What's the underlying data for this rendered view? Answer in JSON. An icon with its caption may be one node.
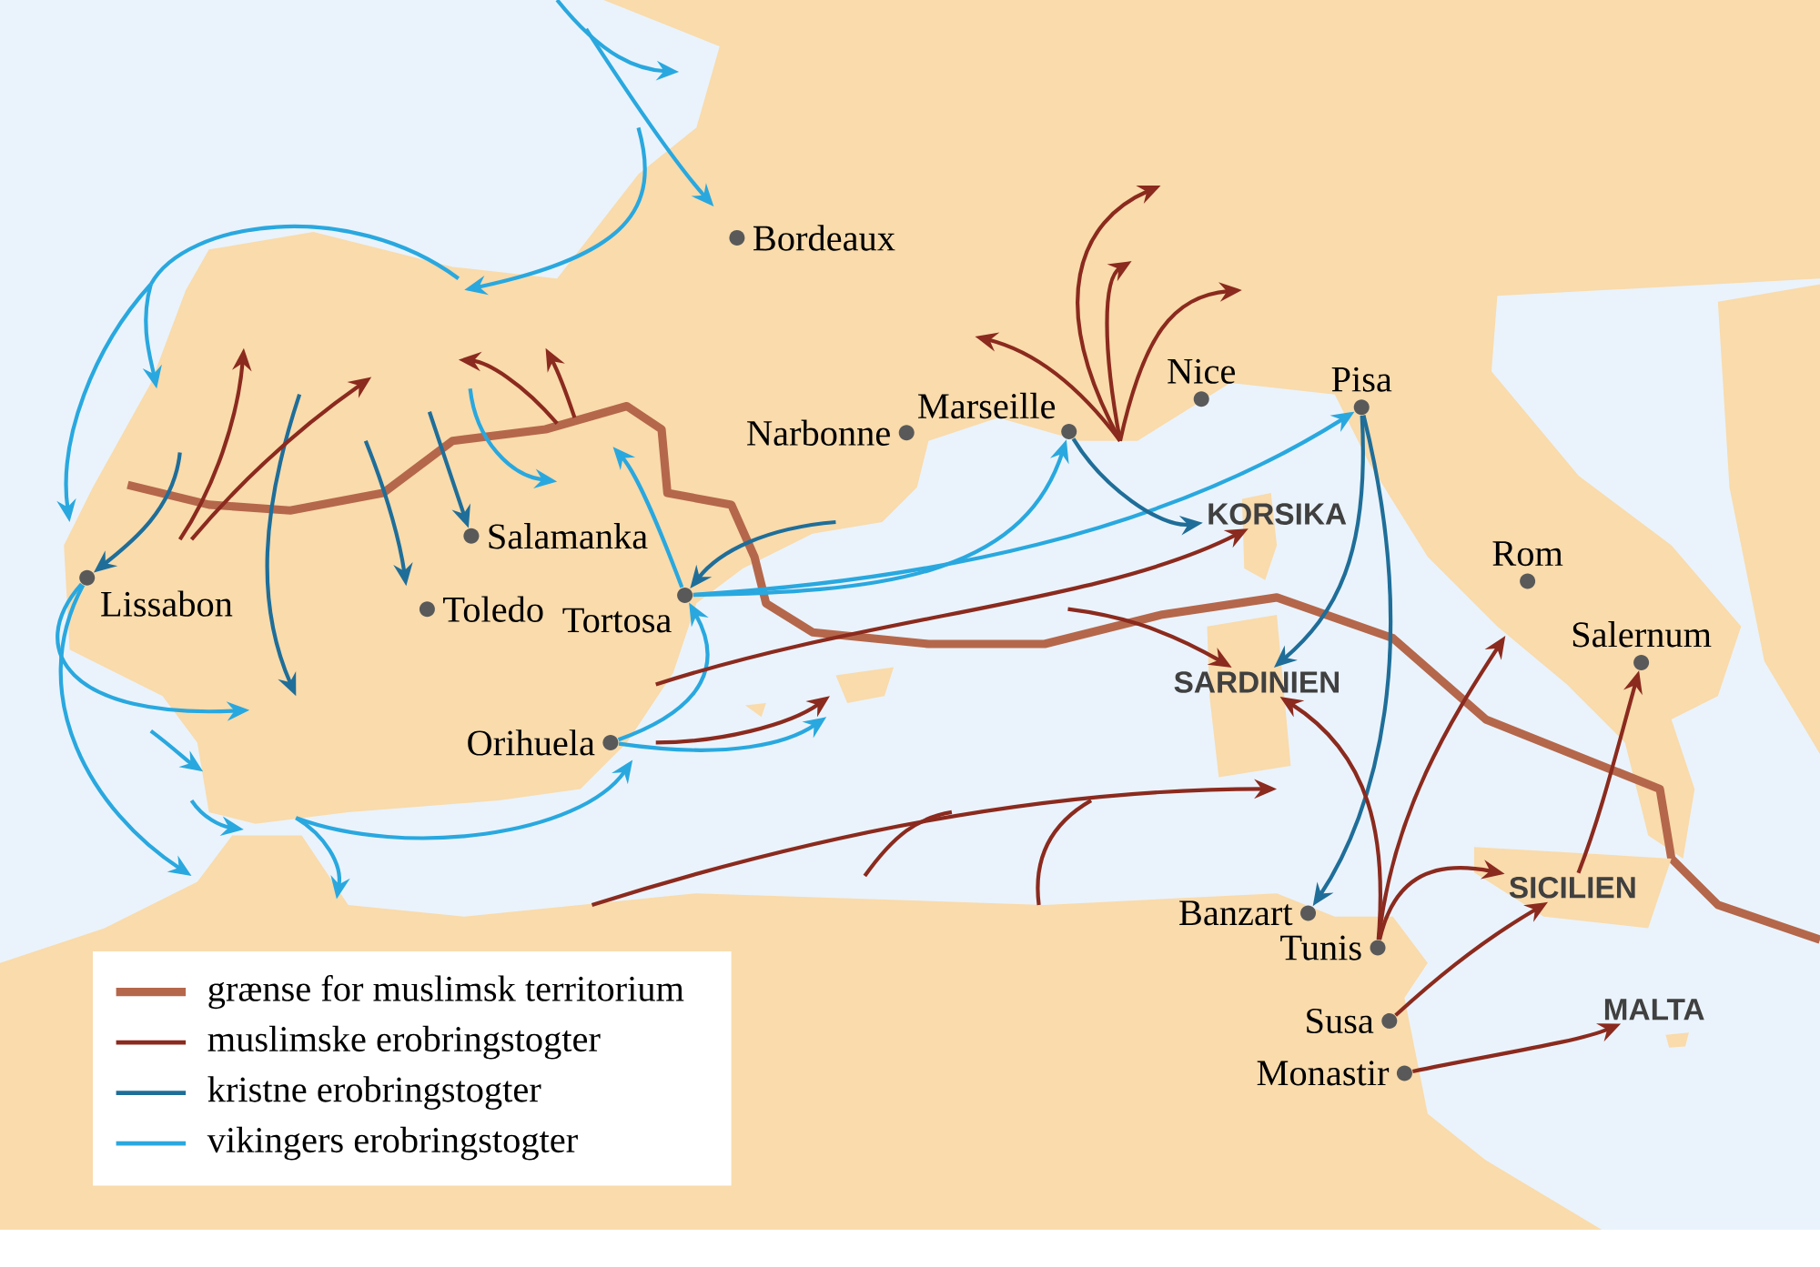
{
  "diagram": {
    "nodes": [
      {
        "text": [
          "Bordeaux"
        ]
      },
      {
        "text": [
          "Nice"
        ]
      },
      {
        "text": [
          "Pisa"
        ]
      },
      {
        "text": [
          "Marseille"
        ]
      },
      {
        "text": [
          "Narbonne"
        ]
      },
      {
        "text": [
          "KORSIKA"
        ]
      },
      {
        "text": [
          "Salamanka"
        ]
      },
      {
        "text": [
          "Rom"
        ]
      },
      {
        "text": [
          "Lissabon"
        ]
      },
      {
        "text": [
          "Toledo"
        ]
      },
      {
        "text": [
          "Tortosa"
        ]
      },
      {
        "text": [
          "Salernum"
        ]
      },
      {
        "text": [
          "SARDINIEN"
        ]
      },
      {
        "text": [
          "Orihuela"
        ]
      },
      {
        "text": [
          "SICILIEN"
        ]
      },
      {
        "text": [
          "Banzart"
        ]
      },
      {
        "text": [
          "Tunis"
        ]
      },
      {
        "text": [
          "MALTA"
        ]
      },
      {
        "text": [
          "Susa"
        ]
      },
      {
        "text": [
          "Monastir"
        ]
      }
    ],
    "edges": [
      {
        "from": 10,
        "to": null,
        "arrow": "to",
        "color": "#29a8df"
      },
      {
        "from": 13,
        "to": 10,
        "arrow": "to",
        "color": "#29a8df"
      },
      {
        "from": 13,
        "to": null,
        "arrow": "to",
        "color": "#29a8df"
      },
      {
        "from": 10,
        "to": 3,
        "arrow": "to",
        "color": "#29a8df"
      },
      {
        "from": 10,
        "to": 2,
        "arrow": "to",
        "color": "#29a8df"
      },
      {
        "from": null,
        "to": 10,
        "arrow": "to",
        "color": "#1f6e99"
      },
      {
        "from": null,
        "to": 8,
        "arrow": "to",
        "color": "#1f6e99"
      },
      {
        "from": 3,
        "to": 5,
        "arrow": "to",
        "color": "#1f6e99"
      },
      {
        "from": 2,
        "to": 12,
        "arrow": "to",
        "color": "#1f6e99"
      },
      {
        "from": 2,
        "to": 15,
        "arrow": "to",
        "color": "#1f6e99"
      },
      {
        "from": null,
        "to": 5,
        "arrow": "to"
      },
      {
        "from": null,
        "to": 12,
        "arrow": "to"
      },
      {
        "from": 16,
        "to": 12,
        "arrow": "to"
      },
      {
        "from": 16,
        "to": null,
        "arrow": "to"
      },
      {
        "from": 16,
        "to": 14,
        "arrow": "to"
      },
      {
        "from": 18,
        "to": 14,
        "arrow": "to"
      },
      {
        "from": 19,
        "to": 17,
        "arrow": "to"
      },
      {
        "from": 14,
        "to": 11,
        "arrow": "to"
      },
      {
        "from": 8,
        "to": null,
        "arrow": "to",
        "color": "#29a8df"
      },
      {
        "from": 8,
        "to": null,
        "arrow": "to",
        "color": "#29a8df"
      },
      {
        "from": null,
        "to": 6,
        "arrow": "to",
        "color": "#1f6e99"
      }
    ],
    "legend": [
      {
        "text": "grænse for muslimsk territorium"
      },
      {
        "text": "muslimske erobringstogter"
      },
      {
        "text": "kristne erobringstogter"
      },
      {
        "text": "vikingers erobringstogter"
      }
    ]
  }
}
